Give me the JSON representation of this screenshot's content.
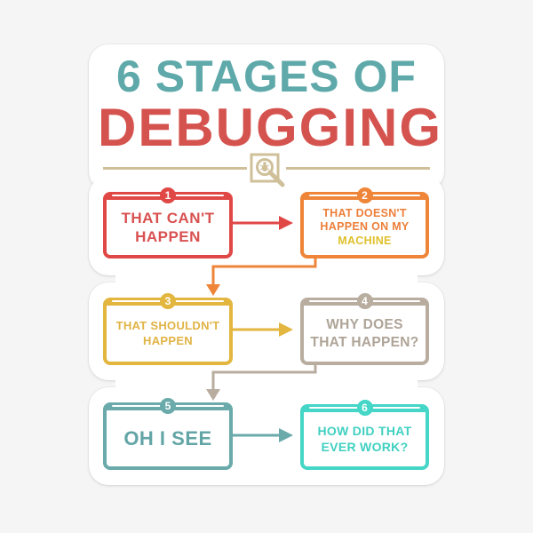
{
  "title": {
    "line1": "6 STAGES OF",
    "line2": "DEBUGGING",
    "line1_color": "#5fa9aa",
    "line2_color": "#d5534f",
    "icon": "bug-magnifier-icon",
    "divider_color": "#cfc09a"
  },
  "stages": [
    {
      "number": "1",
      "lines": [
        "THAT CAN'T",
        "HAPPEN"
      ],
      "color": "#e04846"
    },
    {
      "number": "2",
      "lines": [
        "THAT DOESN'T",
        "HAPPEN ON MY"
      ],
      "highlight": "MACHINE",
      "color": "#ee8538",
      "highlight_color": "#dfc12c"
    },
    {
      "number": "3",
      "lines": [
        "THAT SHOULDN'T",
        "HAPPEN"
      ],
      "color": "#e3b63f"
    },
    {
      "number": "4",
      "lines": [
        "WHY DOES",
        "THAT HAPPEN?"
      ],
      "color": "#b8ad9f"
    },
    {
      "number": "5",
      "lines": [
        "OH I SEE"
      ],
      "color": "#6aaaab"
    },
    {
      "number": "6",
      "lines": [
        "HOW DID THAT",
        "EVER WORK?"
      ],
      "color": "#45d6c7"
    }
  ],
  "flow": [
    {
      "from": "1",
      "to": "2",
      "direction": "right"
    },
    {
      "from": "2",
      "to": "3",
      "direction": "down-left"
    },
    {
      "from": "3",
      "to": "4",
      "direction": "right"
    },
    {
      "from": "4",
      "to": "5",
      "direction": "down-left"
    },
    {
      "from": "5",
      "to": "6",
      "direction": "right"
    }
  ]
}
